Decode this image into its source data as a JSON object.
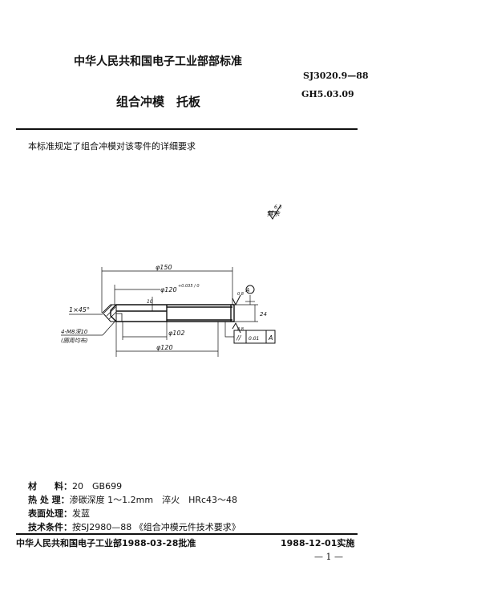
{
  "header": {
    "issuer": "中华人民共和国电子工业部部标准",
    "standard_number": "SJ3020.9—88",
    "internal_number": "GH5.03.09",
    "title": "组合冲模　托板"
  },
  "intro": "本标准规定了组合冲模对该零件的详细要求",
  "drawing": {
    "roughness_note": "其余",
    "roughness_default": "6.3",
    "roughness_top": "0.8",
    "roughness_bottom": "0.8",
    "dim_outer": "φ150",
    "dim_recess": "φ120",
    "dim_recess_tol": "+0.035 / 0",
    "dim_inner": "φ102",
    "dim_hole_circle": "φ120",
    "dim_thickness": "24",
    "dim_recess_depth": "10",
    "chamfer": "1×45°",
    "holes": "4-M8深10",
    "holes_note": "(圆周均布)",
    "datum": "A",
    "tolerance_symbol": "//",
    "tolerance_value": "0.01",
    "tolerance_datum": "A"
  },
  "specs": [
    {
      "label": "材　　料：",
      "value": "20　GB699"
    },
    {
      "label": "热 处 理：",
      "value": "渗碳深度 1～1.2mm　淬火　HRc43～48"
    },
    {
      "label": "表面处理：",
      "value": "发蓝"
    },
    {
      "label": "技术条件：",
      "value": "按SJ2980—88 《组合冲模元件技术要求》"
    }
  ],
  "footer": {
    "approval": "中华人民共和国电子工业部1988-03-28批准",
    "effective": "1988-12-01实施",
    "page": "— 1 —"
  }
}
